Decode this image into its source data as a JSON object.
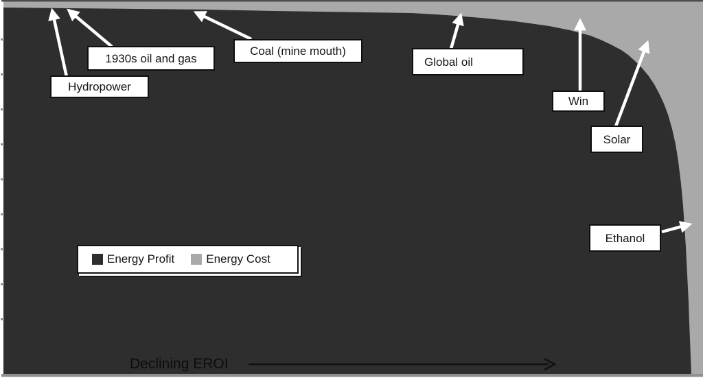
{
  "chart_data": {
    "type": "area",
    "stacked": true,
    "title": "",
    "xlabel": "Declining EROI",
    "ylabel": "",
    "x_axis": {
      "tick_labels_visible": false,
      "meaning": "EROI declining from left to right"
    },
    "y_axis": {
      "tick_count": 9,
      "tick_labels_visible": false,
      "range_pct": [
        0,
        100
      ]
    },
    "legend_position": "inside-left-middle",
    "x_pct": [
      0,
      9.4,
      19.2,
      29.0,
      38.8,
      48.6,
      58.4,
      63.3,
      68.2,
      73.1,
      78.0,
      81.0,
      83.9,
      85.9,
      87.8,
      89.8,
      91.8,
      93.2,
      94.4,
      95.4,
      96.2,
      96.8,
      97.3,
      97.6,
      97.9,
      98.1,
      98.3,
      100
    ],
    "series": [
      {
        "name": "Energy Profit",
        "color": "#2e2e2e",
        "values_pct": [
          98.3,
          98.2,
          98.0,
          97.8,
          97.4,
          97.1,
          96.9,
          96.3,
          95.6,
          94.7,
          93.4,
          92.3,
          90.8,
          89.3,
          87.5,
          85.3,
          82.0,
          78.3,
          73.7,
          68.2,
          60.8,
          52.6,
          41.5,
          30.5,
          19.5,
          10.3,
          0,
          0
        ]
      },
      {
        "name": "Energy Cost",
        "color": "#a9a9a9",
        "values_pct": [
          1.7,
          1.8,
          2.0,
          2.2,
          2.6,
          2.9,
          3.1,
          3.7,
          4.4,
          5.3,
          6.6,
          7.7,
          9.2,
          10.7,
          12.5,
          14.7,
          18.0,
          21.7,
          26.3,
          31.8,
          39.2,
          47.4,
          58.5,
          69.5,
          80.5,
          89.7,
          100,
          100
        ]
      }
    ],
    "annotations": [
      {
        "label": "Hydropower",
        "x_pct": 6.7
      },
      {
        "label": "1930s oil and gas",
        "x_pct": 9.3
      },
      {
        "label": "Coal (mine mouth)",
        "x_pct": 27.5
      },
      {
        "label": "Global oil",
        "x_pct": 65.5
      },
      {
        "label": "Win",
        "x_pct": 82.5
      },
      {
        "label": "Solar",
        "x_pct": 92.3
      },
      {
        "label": "Ethanol",
        "x_pct": 98.4
      }
    ]
  }
}
